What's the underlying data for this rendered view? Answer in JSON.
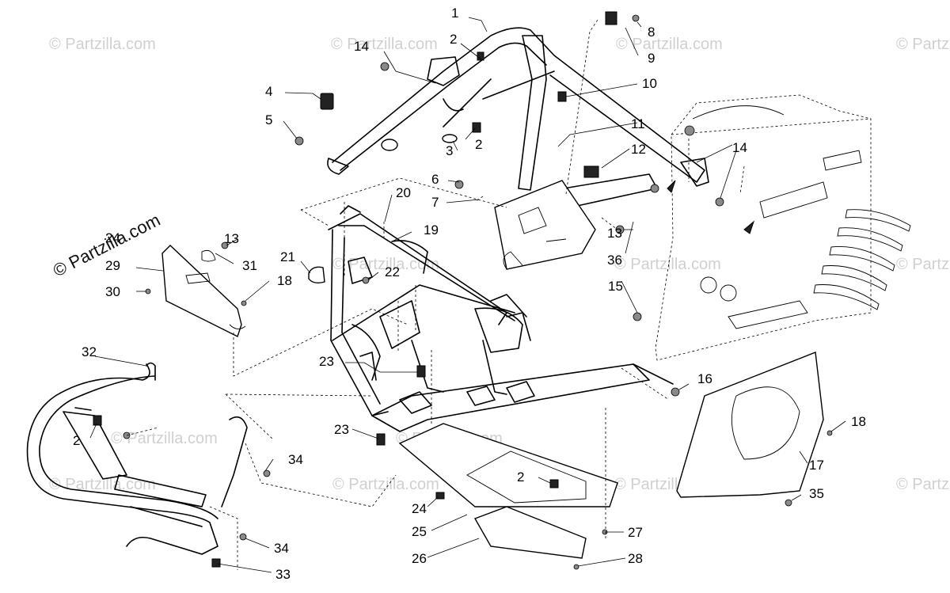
{
  "watermarks": {
    "small": "© Partzilla.com",
    "large": "© Partzilla.com"
  },
  "callouts": [
    {
      "id": "c1",
      "label": "1"
    },
    {
      "id": "c2a",
      "label": "2"
    },
    {
      "id": "c2b",
      "label": "2"
    },
    {
      "id": "c2c",
      "label": "2"
    },
    {
      "id": "c2d",
      "label": "2"
    },
    {
      "id": "c3",
      "label": "3"
    },
    {
      "id": "c4",
      "label": "4"
    },
    {
      "id": "c5",
      "label": "5"
    },
    {
      "id": "c6",
      "label": "6"
    },
    {
      "id": "c7",
      "label": "7"
    },
    {
      "id": "c8",
      "label": "8"
    },
    {
      "id": "c9",
      "label": "9"
    },
    {
      "id": "c10",
      "label": "10"
    },
    {
      "id": "c11",
      "label": "11"
    },
    {
      "id": "c12",
      "label": "12"
    },
    {
      "id": "c13a",
      "label": "13"
    },
    {
      "id": "c13b",
      "label": "13"
    },
    {
      "id": "c14a",
      "label": "14"
    },
    {
      "id": "c14b",
      "label": "14"
    },
    {
      "id": "c15",
      "label": "15"
    },
    {
      "id": "c16",
      "label": "16"
    },
    {
      "id": "c17",
      "label": "17"
    },
    {
      "id": "c18a",
      "label": "18"
    },
    {
      "id": "c18b",
      "label": "18"
    },
    {
      "id": "c19",
      "label": "19"
    },
    {
      "id": "c20",
      "label": "20"
    },
    {
      "id": "c21",
      "label": "21"
    },
    {
      "id": "c22",
      "label": "22"
    },
    {
      "id": "c23a",
      "label": "23"
    },
    {
      "id": "c23b",
      "label": "23"
    },
    {
      "id": "c24a",
      "label": "24"
    },
    {
      "id": "c24b",
      "label": "24"
    },
    {
      "id": "c25",
      "label": "25"
    },
    {
      "id": "c26",
      "label": "26"
    },
    {
      "id": "c27",
      "label": "27"
    },
    {
      "id": "c28",
      "label": "28"
    },
    {
      "id": "c29",
      "label": "29"
    },
    {
      "id": "c30",
      "label": "30"
    },
    {
      "id": "c31",
      "label": "31"
    },
    {
      "id": "c32",
      "label": "32"
    },
    {
      "id": "c33",
      "label": "33"
    },
    {
      "id": "c34a",
      "label": "34"
    },
    {
      "id": "c34b",
      "label": "34"
    },
    {
      "id": "c35",
      "label": "35"
    },
    {
      "id": "c36",
      "label": "36"
    }
  ]
}
